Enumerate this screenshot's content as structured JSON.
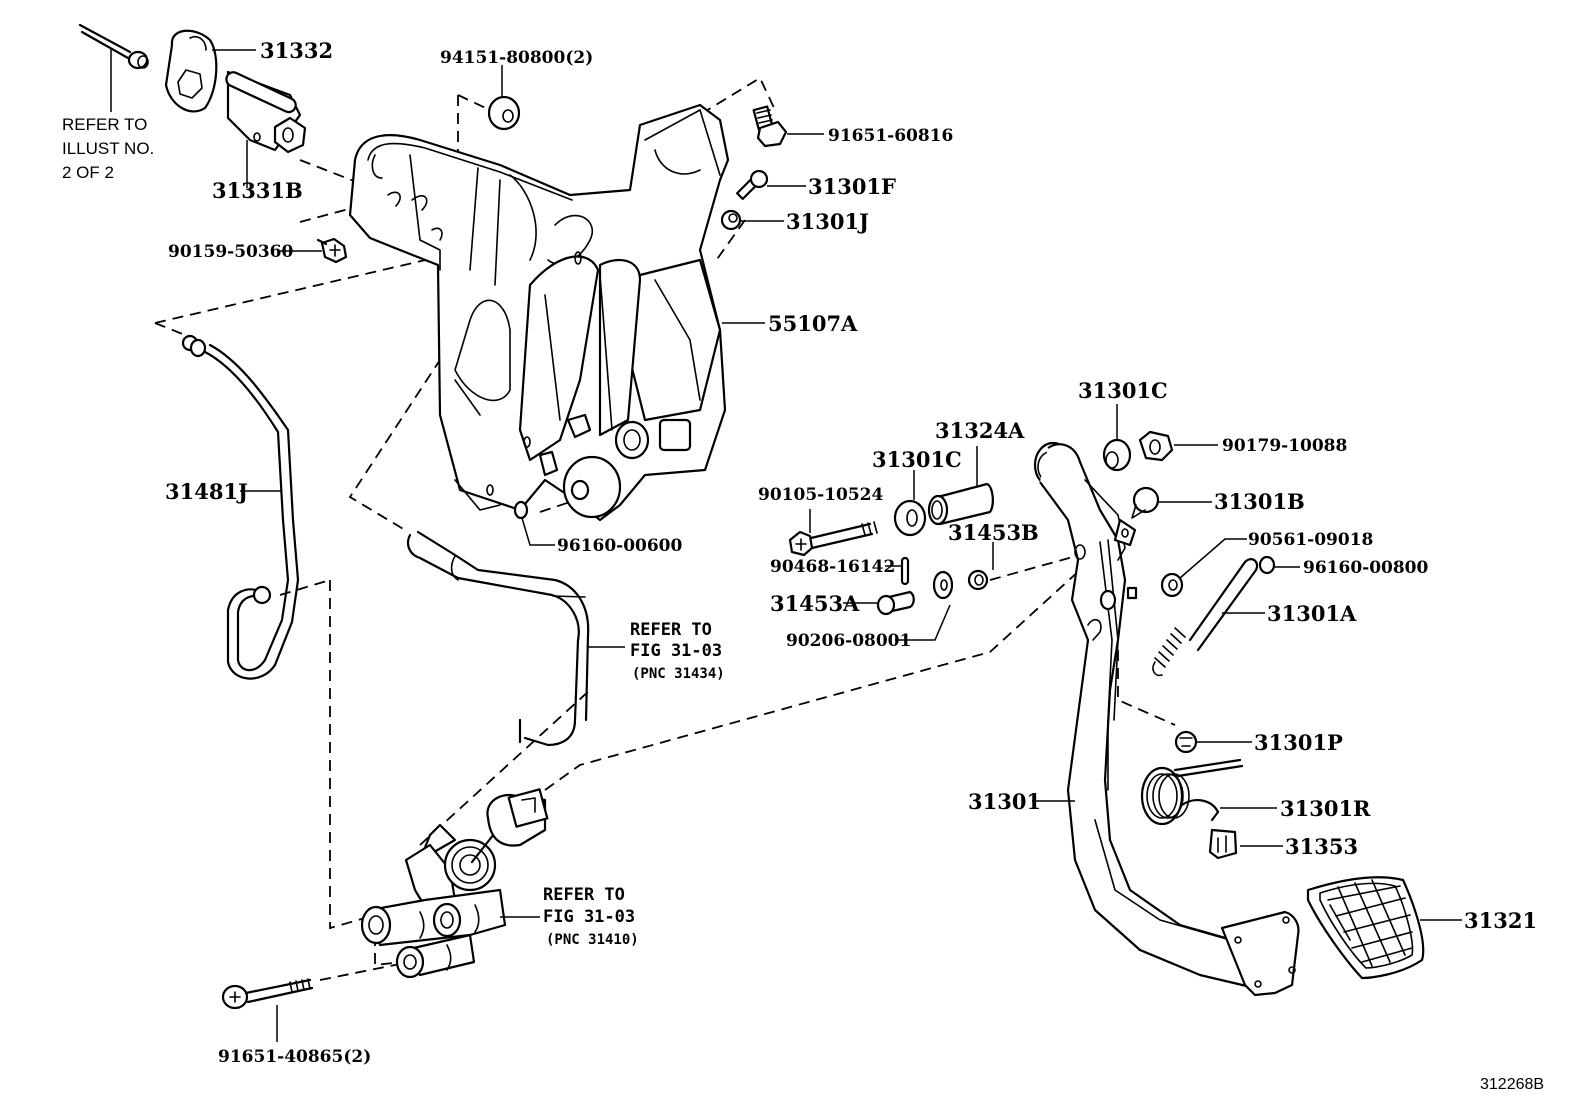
{
  "diagram": {
    "illustration_code": "312268B",
    "parts": {
      "p31332": "31332",
      "p31331B": "31331B",
      "p94151": "94151-80800(2)",
      "p91651_60816": "91651-60816",
      "p31301F": "31301F",
      "p31301J": "31301J",
      "p90159": "90159-50360",
      "p55107A": "55107A",
      "p31481J": "31481J",
      "p96160_00600": "96160-00600",
      "p31301C_top": "31301C",
      "p31324A": "31324A",
      "p31301C_mid": "31301C",
      "p90179": "90179-10088",
      "p90105": "90105-10524",
      "p31301B": "31301B",
      "p31453B": "31453B",
      "p90561": "90561-09018",
      "p90468": "90468-16142",
      "p96160_00800": "96160-00800",
      "p31453A": "31453A",
      "p31301A": "31301A",
      "p90206": "90206-08001",
      "p31301P": "31301P",
      "p31301": "31301",
      "p31301R": "31301R",
      "p31353": "31353",
      "p31321": "31321",
      "p91651_40865": "91651-40865(2)"
    },
    "notes": {
      "illust_ref": [
        "REFER TO",
        "ILLUST NO.",
        "2 OF 2"
      ],
      "fig_hose": [
        "REFER TO",
        "FIG 31-03",
        "(PNC 31434)"
      ],
      "fig_cyl": [
        "REFER TO",
        "FIG 31-03",
        "(PNC 31410)"
      ]
    }
  }
}
